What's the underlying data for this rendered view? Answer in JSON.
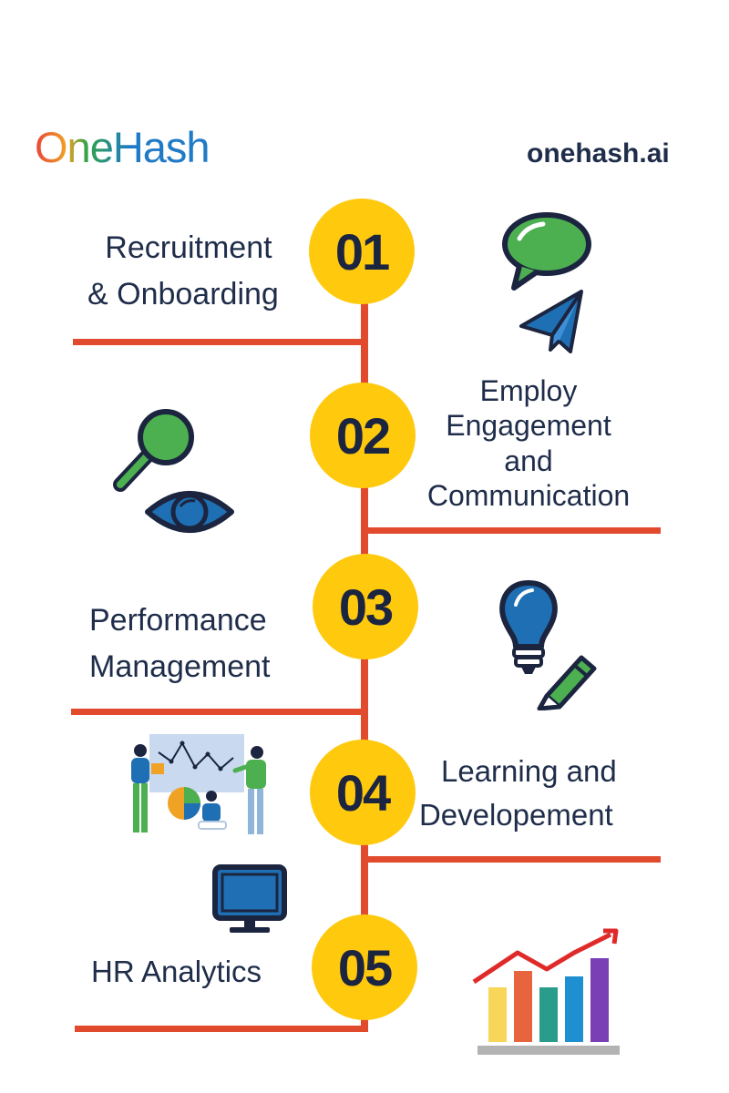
{
  "brand": {
    "logo_text": "OneHash",
    "website": "onehash.ai"
  },
  "steps": [
    {
      "number": "01",
      "label_line1": "Recruitment",
      "label_line2": "& Onboarding"
    },
    {
      "number": "02",
      "label_line1": "Employ",
      "label_line2": "Engagement",
      "label_line3": "and",
      "label_line4": "Communication"
    },
    {
      "number": "03",
      "label_line1": "Performance",
      "label_line2": "Management"
    },
    {
      "number": "04",
      "label_line1": "Learning and",
      "label_line2": "Developement"
    },
    {
      "number": "05",
      "label_line1": "HR Analytics"
    }
  ],
  "icons": [
    "speech-bubble-icon",
    "paper-plane-icon",
    "magnifier-icon",
    "eye-icon",
    "lightbulb-icon",
    "pencil-icon",
    "team-analytics-illustration",
    "monitor-icon",
    "bar-chart-icon"
  ],
  "colors": {
    "accent_yellow": "#ffc90e",
    "line_red": "#e24a2d",
    "text_navy": "#1f2d4a",
    "icon_green": "#4caf50",
    "icon_blue": "#1e6fb3"
  }
}
